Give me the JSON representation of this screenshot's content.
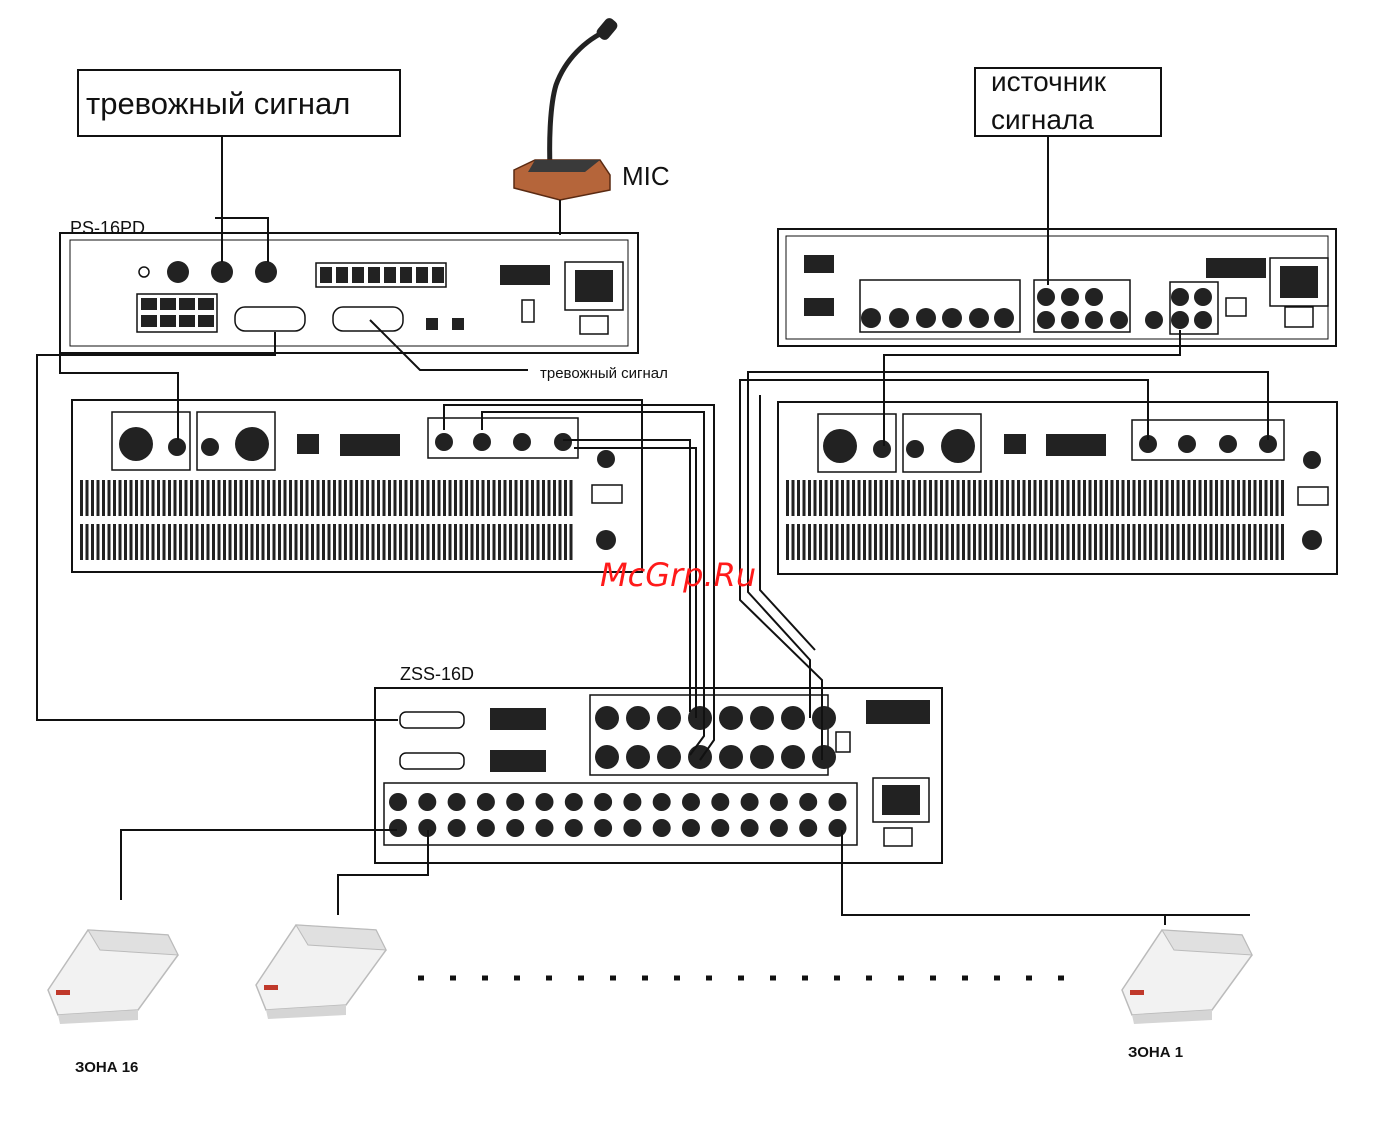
{
  "labels": {
    "alarm_box": "тревожный сигнал",
    "source_box_line1": "источник",
    "source_box_line2": "сигнала",
    "mic": "MIC",
    "ps16pd": "PS-16PD",
    "alarm_line": "тревожный сигнал",
    "zss16d": "ZSS-16D",
    "zone16": "ЗОНА 16",
    "zone1": "ЗОНА 1",
    "watermark": "McGrp.Ru"
  },
  "colors": {
    "line": "#111111",
    "panel": "#ffffff",
    "watermark": "#ff1a1a",
    "mic_base": "#b5653a"
  }
}
